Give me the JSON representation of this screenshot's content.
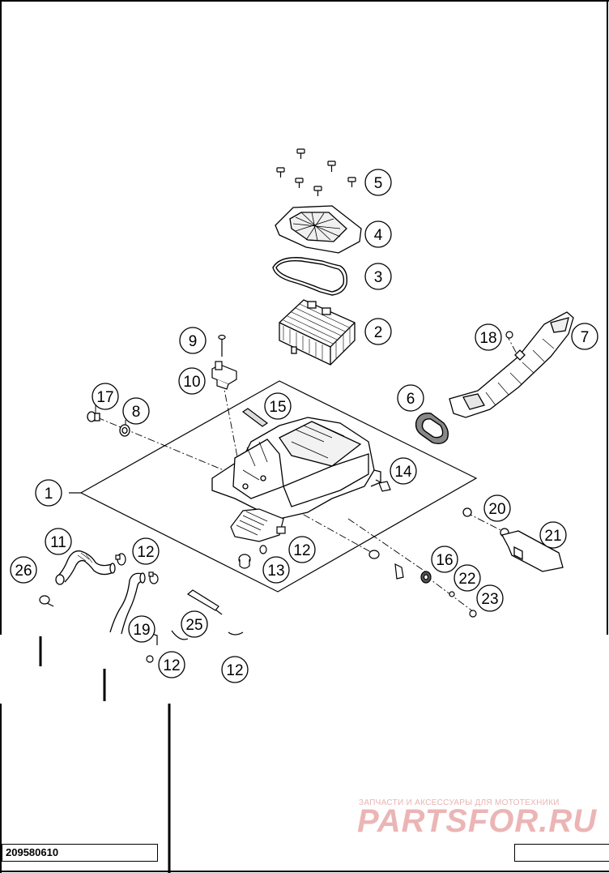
{
  "document": {
    "part_number": "209580610"
  },
  "watermark": {
    "caption": "ЗАПЧАСТИ И АКСЕССУАРЫ ДЛЯ МОТОТЕХНИКИ",
    "logo_text": "PARTSFOR.RU",
    "color": "#e8b4b4"
  },
  "callouts": [
    {
      "id": "1",
      "label": "1"
    },
    {
      "id": "2",
      "label": "2"
    },
    {
      "id": "3",
      "label": "3"
    },
    {
      "id": "4",
      "label": "4"
    },
    {
      "id": "5",
      "label": "5"
    },
    {
      "id": "6",
      "label": "6"
    },
    {
      "id": "7",
      "label": "7"
    },
    {
      "id": "8",
      "label": "8"
    },
    {
      "id": "9",
      "label": "9"
    },
    {
      "id": "10",
      "label": "10"
    },
    {
      "id": "11",
      "label": "11"
    },
    {
      "id": "12a",
      "label": "12"
    },
    {
      "id": "12b",
      "label": "12"
    },
    {
      "id": "12c",
      "label": "12"
    },
    {
      "id": "12d",
      "label": "12"
    },
    {
      "id": "13",
      "label": "13"
    },
    {
      "id": "14",
      "label": "14"
    },
    {
      "id": "15",
      "label": "15"
    },
    {
      "id": "16",
      "label": "16"
    },
    {
      "id": "17",
      "label": "17"
    },
    {
      "id": "18",
      "label": "18"
    },
    {
      "id": "19",
      "label": "19"
    },
    {
      "id": "20",
      "label": "20"
    },
    {
      "id": "21",
      "label": "21"
    },
    {
      "id": "22",
      "label": "22"
    },
    {
      "id": "23",
      "label": "23"
    },
    {
      "id": "25",
      "label": "25"
    },
    {
      "id": "26",
      "label": "26"
    }
  ]
}
